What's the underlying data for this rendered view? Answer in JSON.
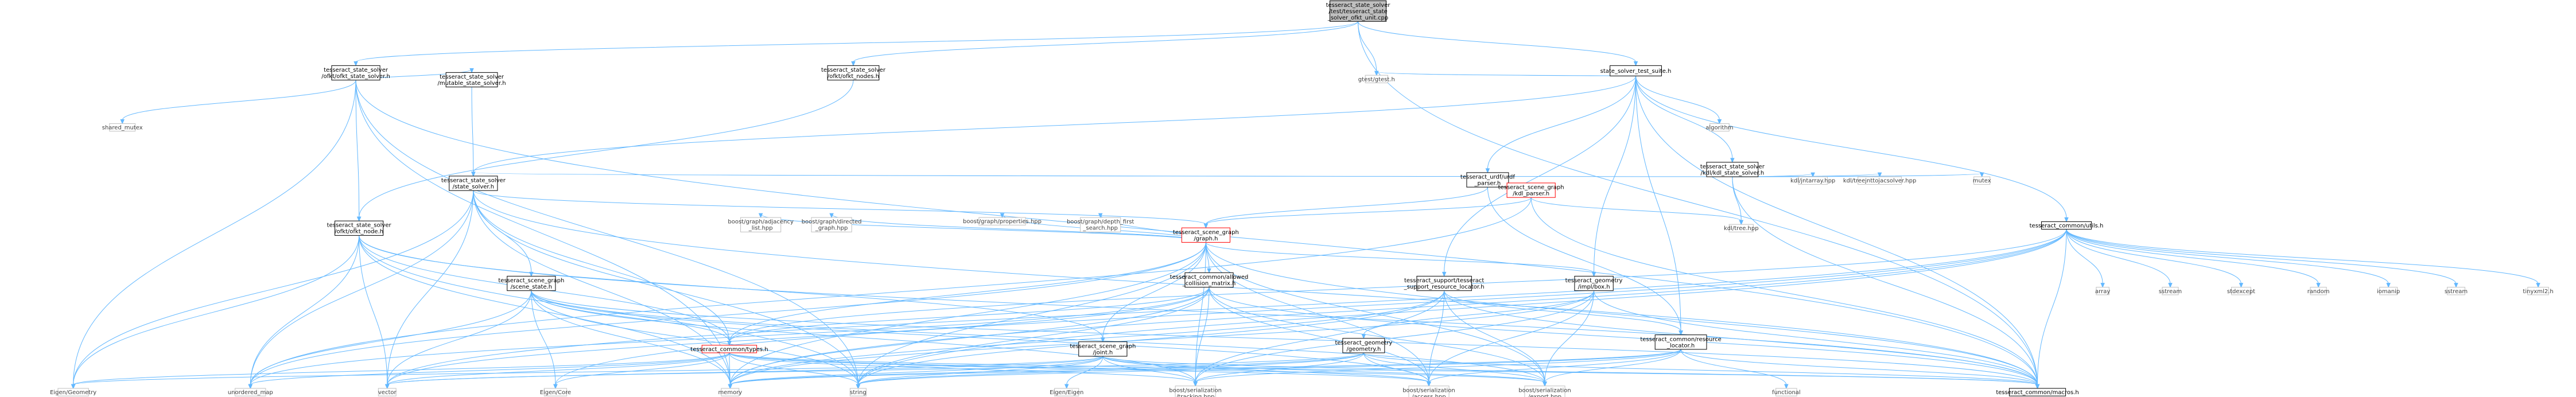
{
  "diagram": {
    "type": "include-dependency-graph",
    "colors": {
      "edge": "#63b8ff",
      "root_fill": "#bfbfbf",
      "node_border": "#000000",
      "highlight_border": "#ff0000",
      "external_border": "#bfbfbf",
      "external_text": "#3f3f3f",
      "background": "#ffffff"
    },
    "nodes": [
      {
        "id": "root",
        "style": "root",
        "lines": [
          "tesseract_state_solver",
          "/test/tesseract_state",
          "_solver_ofkt_unit.cpp"
        ]
      },
      {
        "id": "ofkt_state_solver",
        "style": "normal",
        "lines": [
          "tesseract_state_solver",
          "/ofkt/ofkt_state_solver.h"
        ]
      },
      {
        "id": "ofkt_nodes",
        "style": "normal",
        "lines": [
          "tesseract_state_solver",
          "/ofkt/ofkt_nodes.h"
        ]
      },
      {
        "id": "gtest",
        "style": "external",
        "lines": [
          "gtest/gtest.h"
        ]
      },
      {
        "id": "test_suite",
        "style": "normal",
        "lines": [
          "state_solver_test_suite.h"
        ]
      },
      {
        "id": "shared_mutex",
        "style": "external",
        "lines": [
          "shared_mutex"
        ]
      },
      {
        "id": "mutable_state_solver",
        "style": "normal",
        "lines": [
          "tesseract_state_solver",
          "/mutable_state_solver.h"
        ]
      },
      {
        "id": "state_solver",
        "style": "normal",
        "lines": [
          "tesseract_state_solver",
          "/state_solver.h"
        ]
      },
      {
        "id": "ofkt_node",
        "style": "normal",
        "lines": [
          "tesseract_state_solver",
          "/ofkt/ofkt_node.h"
        ]
      },
      {
        "id": "algorithm",
        "style": "external",
        "lines": [
          "algorithm"
        ]
      },
      {
        "id": "urdf_parser",
        "style": "normal",
        "lines": [
          "tesseract_urdf/urdf",
          "_parser.h"
        ]
      },
      {
        "id": "kdl_parser",
        "style": "red",
        "lines": [
          "tesseract_scene_graph",
          "/kdl_parser.h"
        ]
      },
      {
        "id": "kdl_state_solver",
        "style": "normal",
        "lines": [
          "tesseract_state_solver",
          "/kdl/kdl_state_solver.h"
        ]
      },
      {
        "id": "kdl_jntarray",
        "style": "external",
        "lines": [
          "kdl/jntarray.hpp"
        ]
      },
      {
        "id": "kdl_treejnt",
        "style": "external",
        "lines": [
          "kdl/treejnttojacsolver.hpp"
        ]
      },
      {
        "id": "mutex",
        "style": "external",
        "lines": [
          "mutex"
        ]
      },
      {
        "id": "kdl_tree",
        "style": "external",
        "lines": [
          "kdl/tree.hpp"
        ]
      },
      {
        "id": "graph",
        "style": "red",
        "lines": [
          "tesseract_scene_graph",
          "/graph.h"
        ]
      },
      {
        "id": "scene_state",
        "style": "normal",
        "lines": [
          "tesseract_scene_graph",
          "/scene_state.h"
        ]
      },
      {
        "id": "adjacency_list",
        "style": "external",
        "lines": [
          "boost/graph/adjacency",
          "_list.hpp"
        ]
      },
      {
        "id": "directed_graph",
        "style": "external",
        "lines": [
          "boost/graph/directed",
          "_graph.hpp"
        ]
      },
      {
        "id": "properties",
        "style": "external",
        "lines": [
          "boost/graph/properties.hpp"
        ]
      },
      {
        "id": "dfs",
        "style": "external",
        "lines": [
          "boost/graph/depth_first",
          "_search.hpp"
        ]
      },
      {
        "id": "allowed_collision",
        "style": "normal",
        "lines": [
          "tesseract_common/allowed",
          "_collision_matrix.h"
        ]
      },
      {
        "id": "resource_locator_support",
        "style": "normal",
        "lines": [
          "tesseract_support/tesseract",
          "_support_resource_locator.h"
        ]
      },
      {
        "id": "impl_box",
        "style": "normal",
        "lines": [
          "tesseract_geometry",
          "/impl/box.h"
        ]
      },
      {
        "id": "utils",
        "style": "normal",
        "lines": [
          "tesseract_common/utils.h"
        ]
      },
      {
        "id": "array",
        "style": "external",
        "lines": [
          "array"
        ]
      },
      {
        "id": "sstream",
        "style": "external",
        "lines": [
          "sstream"
        ]
      },
      {
        "id": "stdexcept",
        "style": "external",
        "lines": [
          "stdexcept"
        ]
      },
      {
        "id": "random",
        "style": "external",
        "lines": [
          "random"
        ]
      },
      {
        "id": "iomanip",
        "style": "external",
        "lines": [
          "iomanip"
        ]
      },
      {
        "id": "sstream2",
        "style": "external",
        "lines": [
          "sstream"
        ]
      },
      {
        "id": "tinyxml2",
        "style": "external",
        "lines": [
          "tinyxml2.h"
        ]
      },
      {
        "id": "types",
        "style": "red",
        "lines": [
          "tesseract_common/types.h"
        ]
      },
      {
        "id": "joint",
        "style": "normal",
        "lines": [
          "tesseract_scene_graph",
          "/joint.h"
        ]
      },
      {
        "id": "geometry",
        "style": "normal",
        "lines": [
          "tesseract_geometry",
          "/geometry.h"
        ]
      },
      {
        "id": "resource_locator",
        "style": "normal",
        "lines": [
          "tesseract_common/resource",
          "_locator.h"
        ]
      },
      {
        "id": "eigen_geometry",
        "style": "external",
        "lines": [
          "Eigen/Geometry"
        ]
      },
      {
        "id": "unordered_map",
        "style": "external",
        "lines": [
          "unordered_map"
        ]
      },
      {
        "id": "vector",
        "style": "external",
        "lines": [
          "vector"
        ]
      },
      {
        "id": "eigen_core",
        "style": "external",
        "lines": [
          "Eigen/Core"
        ]
      },
      {
        "id": "memory",
        "style": "external",
        "lines": [
          "memory"
        ]
      },
      {
        "id": "string",
        "style": "external",
        "lines": [
          "string"
        ]
      },
      {
        "id": "eigen_eigen",
        "style": "external",
        "lines": [
          "Eigen/Eigen"
        ]
      },
      {
        "id": "tracking",
        "style": "external",
        "lines": [
          "boost/serialization",
          "/tracking.hpp"
        ]
      },
      {
        "id": "access",
        "style": "external",
        "lines": [
          "boost/serialization",
          "/access.hpp"
        ]
      },
      {
        "id": "export",
        "style": "external",
        "lines": [
          "boost/serialization",
          "/export.hpp"
        ]
      },
      {
        "id": "functional",
        "style": "external",
        "lines": [
          "functional"
        ]
      },
      {
        "id": "macros",
        "style": "normal",
        "lines": [
          "tesseract_common/macros.h"
        ]
      }
    ],
    "edges": [
      [
        "root",
        "ofkt_state_solver"
      ],
      [
        "root",
        "ofkt_nodes"
      ],
      [
        "root",
        "gtest"
      ],
      [
        "root",
        "test_suite"
      ],
      [
        "root",
        "macros"
      ],
      [
        "ofkt_state_solver",
        "shared_mutex"
      ],
      [
        "ofkt_state_solver",
        "mutable_state_solver"
      ],
      [
        "ofkt_state_solver",
        "ofkt_node"
      ],
      [
        "ofkt_state_solver",
        "eigen_geometry"
      ],
      [
        "ofkt_state_solver",
        "memory"
      ],
      [
        "ofkt_state_solver",
        "string"
      ],
      [
        "ofkt_state_solver",
        "macros"
      ],
      [
        "ofkt_nodes",
        "ofkt_node"
      ],
      [
        "test_suite",
        "gtest"
      ],
      [
        "test_suite",
        "algorithm"
      ],
      [
        "test_suite",
        "urdf_parser"
      ],
      [
        "test_suite",
        "kdl_state_solver"
      ],
      [
        "test_suite",
        "utils"
      ],
      [
        "test_suite",
        "resource_locator_support"
      ],
      [
        "test_suite",
        "impl_box"
      ],
      [
        "test_suite",
        "macros"
      ],
      [
        "test_suite",
        "state_solver"
      ],
      [
        "test_suite",
        "resource_locator"
      ],
      [
        "mutable_state_solver",
        "state_solver"
      ],
      [
        "state_solver",
        "graph"
      ],
      [
        "state_solver",
        "scene_state"
      ],
      [
        "state_solver",
        "types"
      ],
      [
        "state_solver",
        "eigen_geometry"
      ],
      [
        "state_solver",
        "unordered_map"
      ],
      [
        "state_solver",
        "vector"
      ],
      [
        "state_solver",
        "memory"
      ],
      [
        "state_solver",
        "string"
      ],
      [
        "state_solver",
        "macros"
      ],
      [
        "ofkt_node",
        "types"
      ],
      [
        "ofkt_node",
        "joint"
      ],
      [
        "ofkt_node",
        "eigen_geometry"
      ],
      [
        "ofkt_node",
        "unordered_map"
      ],
      [
        "ofkt_node",
        "vector"
      ],
      [
        "ofkt_node",
        "memory"
      ],
      [
        "ofkt_node",
        "string"
      ],
      [
        "ofkt_node",
        "macros"
      ],
      [
        "urdf_parser",
        "graph"
      ],
      [
        "urdf_parser",
        "resource_locator"
      ],
      [
        "kdl_parser",
        "graph"
      ],
      [
        "kdl_parser",
        "kdl_tree"
      ],
      [
        "kdl_parser",
        "unordered_map"
      ],
      [
        "kdl_parser",
        "macros"
      ],
      [
        "kdl_state_solver",
        "state_solver"
      ],
      [
        "kdl_state_solver",
        "kdl_tree"
      ],
      [
        "kdl_state_solver",
        "kdl_jntarray"
      ],
      [
        "kdl_state_solver",
        "kdl_treejnt"
      ],
      [
        "kdl_state_solver",
        "mutex"
      ],
      [
        "kdl_state_solver",
        "macros"
      ],
      [
        "graph",
        "adjacency_list"
      ],
      [
        "graph",
        "directed_graph"
      ],
      [
        "graph",
        "properties"
      ],
      [
        "graph",
        "dfs"
      ],
      [
        "graph",
        "allowed_collision"
      ],
      [
        "graph",
        "impl_box"
      ],
      [
        "graph",
        "joint"
      ],
      [
        "graph",
        "types"
      ],
      [
        "graph",
        "unordered_map"
      ],
      [
        "graph",
        "memory"
      ],
      [
        "graph",
        "string"
      ],
      [
        "graph",
        "tracking"
      ],
      [
        "graph",
        "access"
      ],
      [
        "graph",
        "export"
      ],
      [
        "graph",
        "macros"
      ],
      [
        "scene_state",
        "types"
      ],
      [
        "scene_state",
        "eigen_core"
      ],
      [
        "scene_state",
        "unordered_map"
      ],
      [
        "scene_state",
        "vector"
      ],
      [
        "scene_state",
        "memory"
      ],
      [
        "scene_state",
        "string"
      ],
      [
        "scene_state",
        "tracking"
      ],
      [
        "scene_state",
        "access"
      ],
      [
        "scene_state",
        "export"
      ],
      [
        "scene_state",
        "macros"
      ],
      [
        "allowed_collision",
        "types"
      ],
      [
        "allowed_collision",
        "unordered_map"
      ],
      [
        "allowed_collision",
        "vector"
      ],
      [
        "allowed_collision",
        "memory"
      ],
      [
        "allowed_collision",
        "string"
      ],
      [
        "allowed_collision",
        "tracking"
      ],
      [
        "allowed_collision",
        "access"
      ],
      [
        "allowed_collision",
        "export"
      ],
      [
        "allowed_collision",
        "macros"
      ],
      [
        "resource_locator_support",
        "resource_locator"
      ],
      [
        "resource_locator_support",
        "memory"
      ],
      [
        "resource_locator_support",
        "string"
      ],
      [
        "resource_locator_support",
        "tracking"
      ],
      [
        "resource_locator_support",
        "access"
      ],
      [
        "resource_locator_support",
        "export"
      ],
      [
        "resource_locator_support",
        "macros"
      ],
      [
        "impl_box",
        "geometry"
      ],
      [
        "impl_box",
        "memory"
      ],
      [
        "impl_box",
        "tracking"
      ],
      [
        "impl_box",
        "access"
      ],
      [
        "impl_box",
        "export"
      ],
      [
        "impl_box",
        "macros"
      ],
      [
        "utils",
        "array"
      ],
      [
        "utils",
        "sstream"
      ],
      [
        "utils",
        "stdexcept"
      ],
      [
        "utils",
        "random"
      ],
      [
        "utils",
        "iomanip"
      ],
      [
        "utils",
        "sstream2"
      ],
      [
        "utils",
        "tinyxml2"
      ],
      [
        "utils",
        "types"
      ],
      [
        "utils",
        "vector"
      ],
      [
        "utils",
        "string"
      ],
      [
        "utils",
        "memory"
      ],
      [
        "utils",
        "macros"
      ],
      [
        "utils",
        "eigen_core"
      ],
      [
        "types",
        "eigen_geometry"
      ],
      [
        "types",
        "unordered_map"
      ],
      [
        "types",
        "vector"
      ],
      [
        "types",
        "eigen_core"
      ],
      [
        "types",
        "memory"
      ],
      [
        "types",
        "string"
      ],
      [
        "types",
        "tracking"
      ],
      [
        "types",
        "access"
      ],
      [
        "types",
        "export"
      ],
      [
        "types",
        "macros"
      ],
      [
        "joint",
        "eigen_eigen"
      ],
      [
        "joint",
        "eigen_geometry"
      ],
      [
        "joint",
        "memory"
      ],
      [
        "joint",
        "string"
      ],
      [
        "joint",
        "vector"
      ],
      [
        "joint",
        "tracking"
      ],
      [
        "joint",
        "access"
      ],
      [
        "joint",
        "export"
      ],
      [
        "joint",
        "macros"
      ],
      [
        "geometry",
        "memory"
      ],
      [
        "geometry",
        "string"
      ],
      [
        "geometry",
        "vector"
      ],
      [
        "geometry",
        "tracking"
      ],
      [
        "geometry",
        "access"
      ],
      [
        "geometry",
        "export"
      ],
      [
        "geometry",
        "macros"
      ],
      [
        "resource_locator",
        "functional"
      ],
      [
        "resource_locator",
        "memory"
      ],
      [
        "resource_locator",
        "string"
      ],
      [
        "resource_locator",
        "tracking"
      ],
      [
        "resource_locator",
        "access"
      ],
      [
        "resource_locator",
        "export"
      ],
      [
        "resource_locator",
        "macros"
      ]
    ]
  }
}
